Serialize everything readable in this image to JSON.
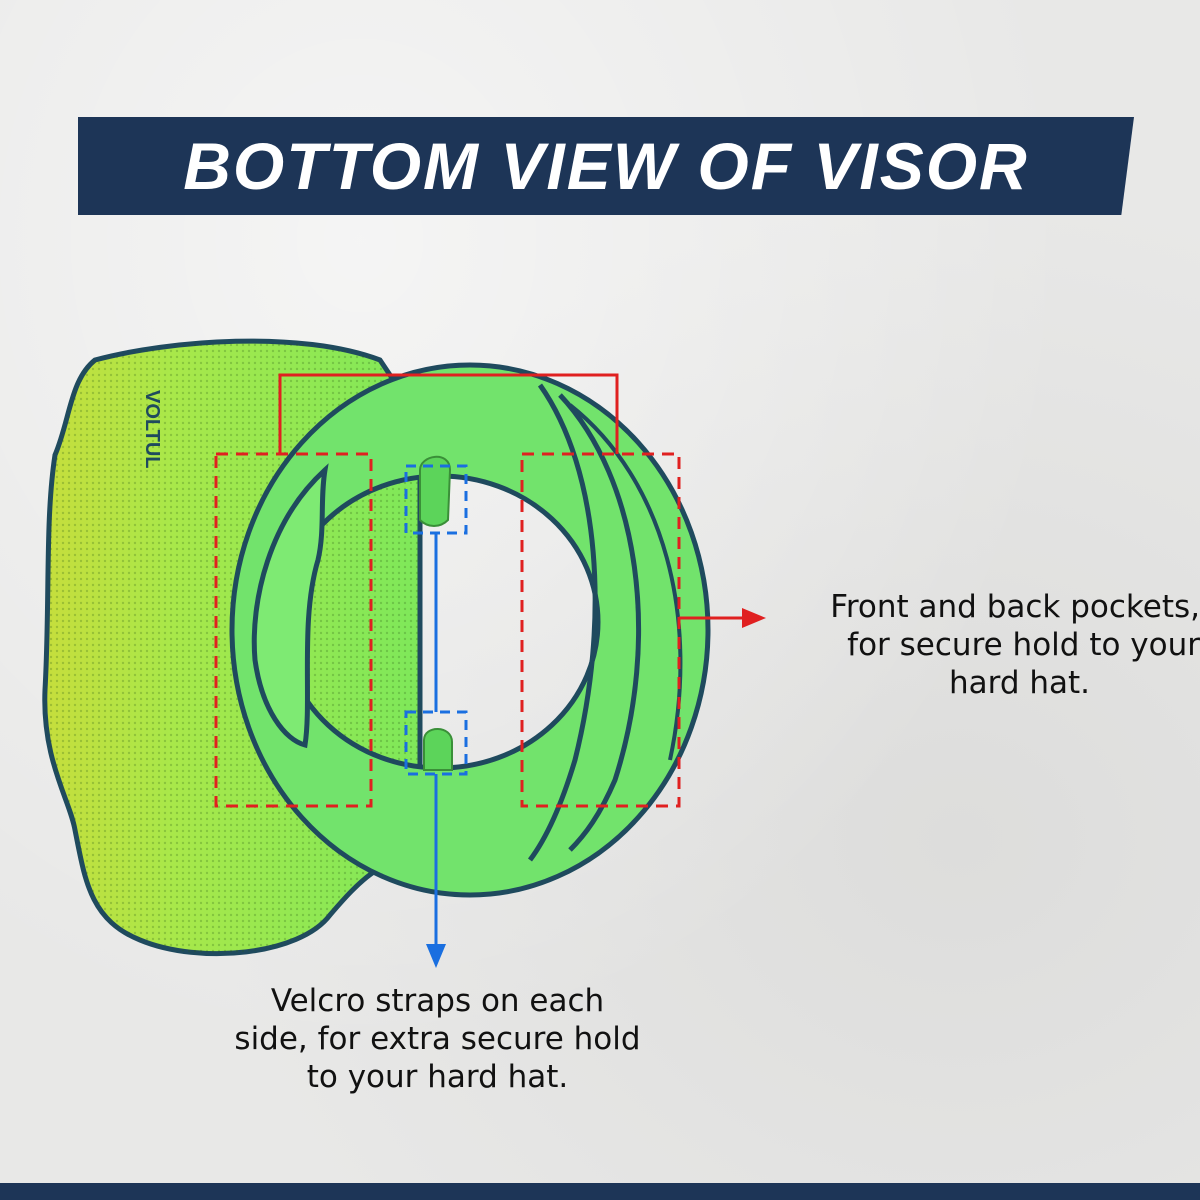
{
  "title": "BOTTOM VIEW OF VISOR",
  "brand_logo": "VOLTUL",
  "callouts": {
    "pockets": {
      "line1": "Front and back pockets,",
      "line2": "for secure hold to your",
      "line3": "hard hat."
    },
    "velcro": {
      "line1": "Velcro straps on each",
      "line2": "side, for extra secure hold",
      "line3": "to your hard hat."
    }
  },
  "colors": {
    "banner": "#1d3557",
    "visor_green": "#6fe36b",
    "mesh_yellow": "#c8e84a",
    "piping": "#1f4a5e",
    "pocket_marker": "#e02020",
    "velcro_marker": "#1a6fe0"
  }
}
